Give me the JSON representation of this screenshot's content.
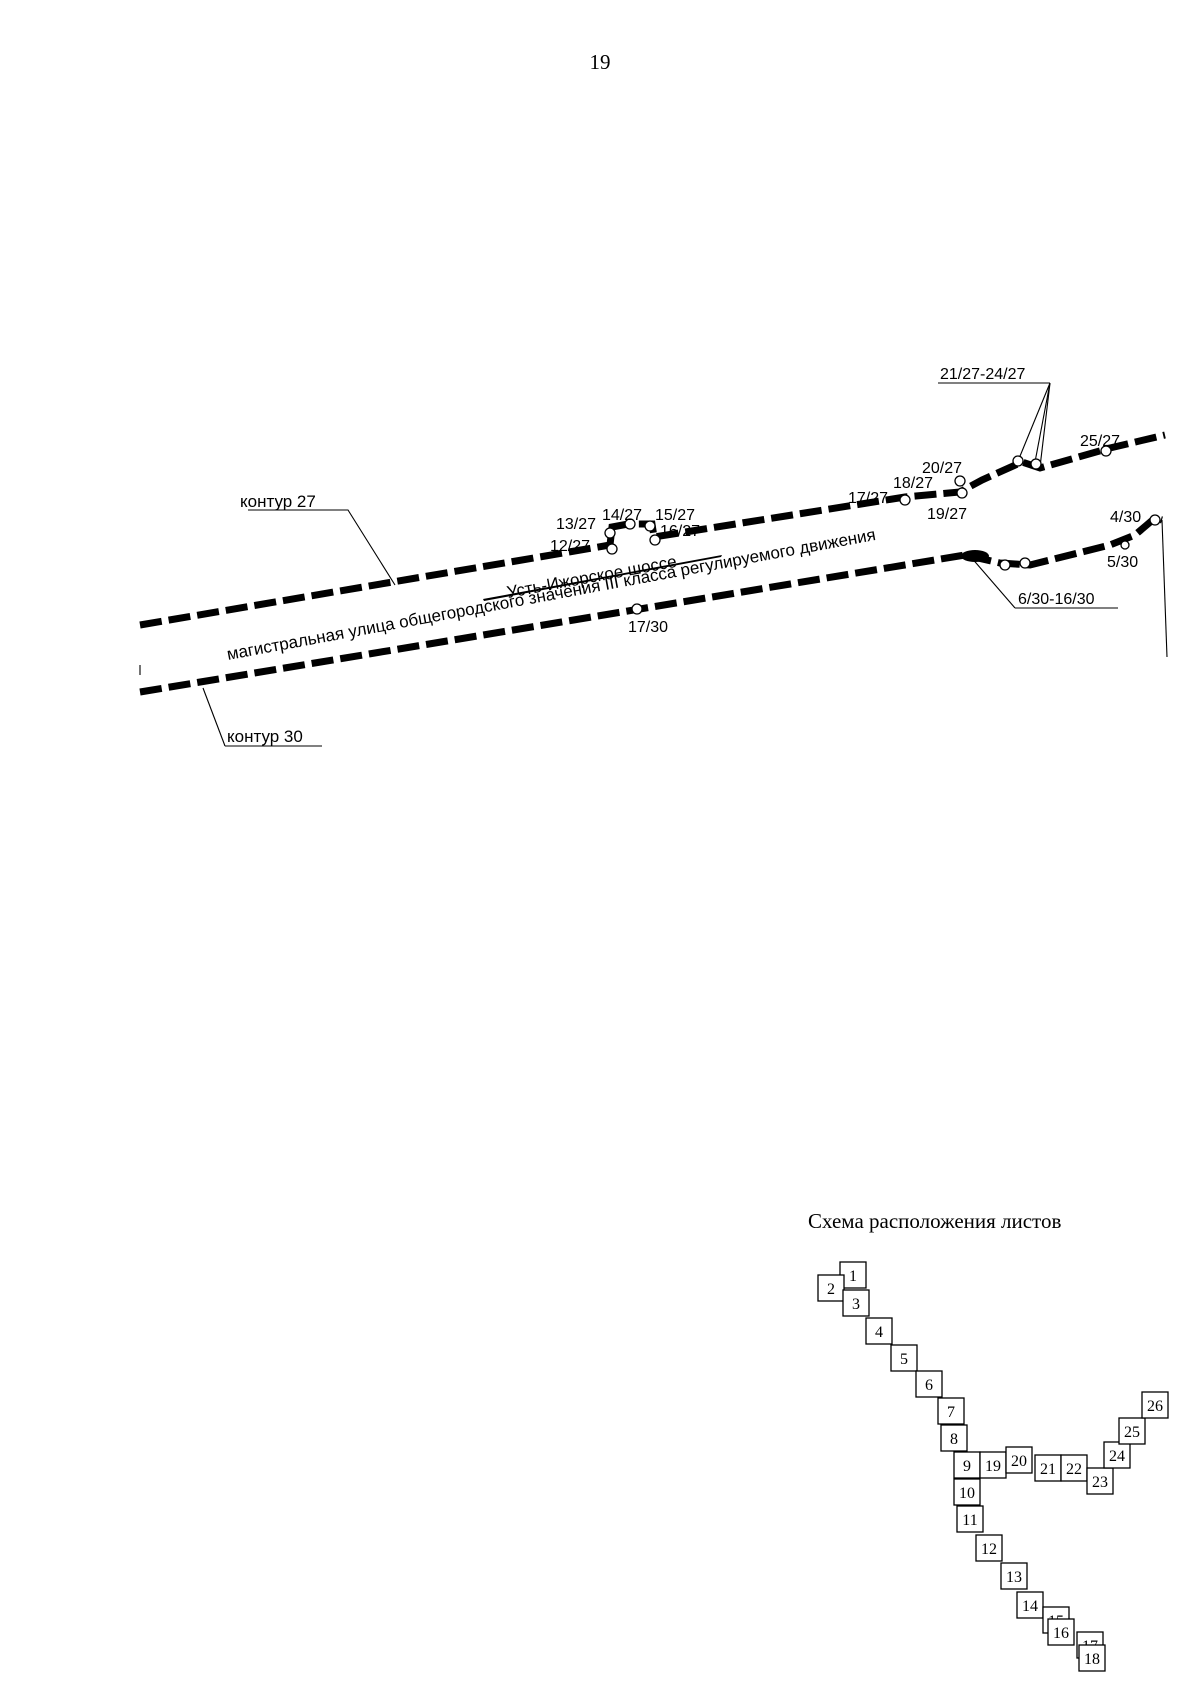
{
  "page": {
    "number": "19"
  },
  "map": {
    "contours": [
      {
        "id": "contour-27",
        "label": "контур 27"
      },
      {
        "id": "contour-30",
        "label": "контур 30"
      }
    ],
    "road_name": "Усть-Ижорское шоссе",
    "road_class": "магистральная улица общегородского значения III класса регулируемого движения",
    "point_labels": {
      "p21_24_27": "21/27-24/27",
      "p25_27": "25/27",
      "p20_27": "20/27",
      "p18_27": "18/27",
      "p17_27": "17/27",
      "p19_27": "19/27",
      "p13_27": "13/27",
      "p14_27": "14/27",
      "p15_27": "15/27",
      "p16_27": "16/27",
      "p12_27": "12/27",
      "p4_30": "4/30",
      "p5_30": "5/30",
      "p6_16_30": "6/30-16/30",
      "p17_30": "17/30"
    }
  },
  "legend": {
    "title": "Схема расположения листов",
    "sheets": [
      "1",
      "2",
      "3",
      "4",
      "5",
      "6",
      "7",
      "8",
      "9",
      "10",
      "11",
      "12",
      "13",
      "14",
      "15",
      "16",
      "17",
      "18",
      "19",
      "20",
      "21",
      "22",
      "23",
      "24",
      "25",
      "26"
    ]
  }
}
